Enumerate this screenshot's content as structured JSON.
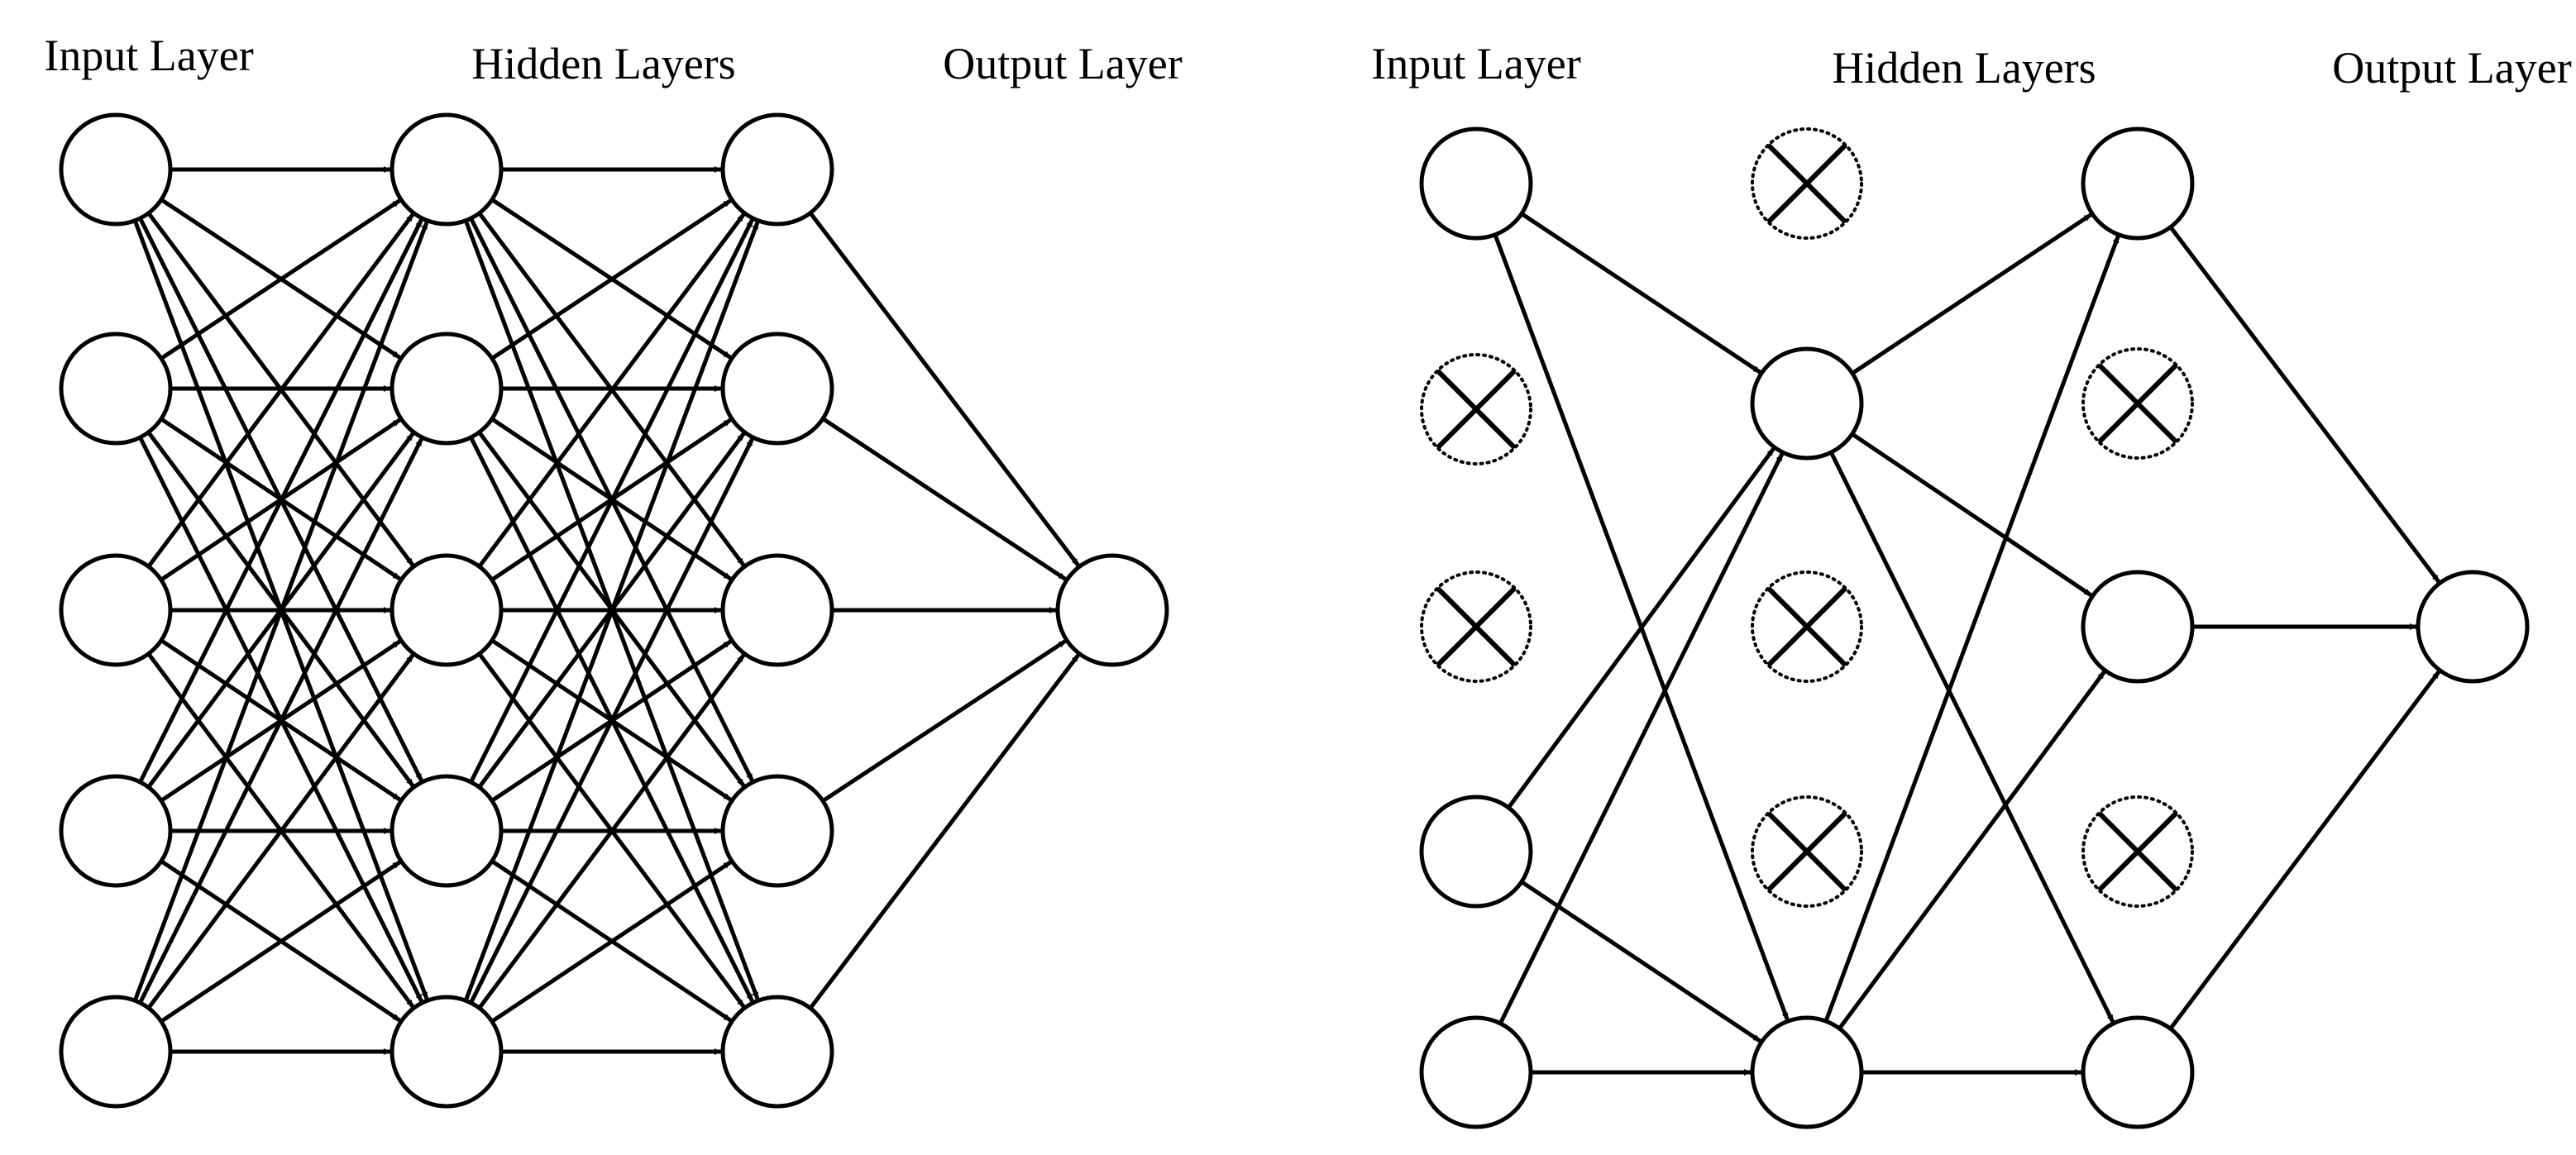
{
  "panels": [
    {
      "id": "standard",
      "labels": {
        "input": "Input Layer",
        "hidden": "Hidden Layers",
        "output": "Output Layer"
      },
      "layers": [
        {
          "id": "in",
          "role": "input",
          "nodes": 5
        },
        {
          "id": "h1",
          "role": "hidden",
          "nodes": 5
        },
        {
          "id": "h2",
          "role": "hidden",
          "nodes": 5
        },
        {
          "id": "out",
          "role": "output",
          "nodes": 1
        }
      ],
      "dropped_nodes": [],
      "connections": "fully-connected"
    },
    {
      "id": "dropout",
      "labels": {
        "input": "Input Layer",
        "hidden": "Hidden Layers",
        "output": "Output Layer"
      },
      "layers": [
        {
          "id": "in",
          "role": "input",
          "nodes": 5
        },
        {
          "id": "h1",
          "role": "hidden",
          "nodes": 5
        },
        {
          "id": "h2",
          "role": "hidden",
          "nodes": 5
        },
        {
          "id": "out",
          "role": "output",
          "nodes": 1
        }
      ],
      "dropped_nodes": [
        {
          "layer": 0,
          "index": 1
        },
        {
          "layer": 0,
          "index": 2
        },
        {
          "layer": 1,
          "index": 0
        },
        {
          "layer": 1,
          "index": 2
        },
        {
          "layer": 1,
          "index": 3
        },
        {
          "layer": 2,
          "index": 1
        },
        {
          "layer": 2,
          "index": 3
        }
      ],
      "connections": [
        {
          "from": [
            0,
            0
          ],
          "to": [
            1,
            1
          ]
        },
        {
          "from": [
            0,
            0
          ],
          "to": [
            1,
            4
          ]
        },
        {
          "from": [
            0,
            3
          ],
          "to": [
            1,
            1
          ]
        },
        {
          "from": [
            0,
            3
          ],
          "to": [
            1,
            4
          ]
        },
        {
          "from": [
            0,
            4
          ],
          "to": [
            1,
            1
          ]
        },
        {
          "from": [
            0,
            4
          ],
          "to": [
            1,
            4
          ]
        },
        {
          "from": [
            1,
            1
          ],
          "to": [
            2,
            0
          ]
        },
        {
          "from": [
            1,
            1
          ],
          "to": [
            2,
            2
          ]
        },
        {
          "from": [
            1,
            1
          ],
          "to": [
            2,
            4
          ]
        },
        {
          "from": [
            1,
            4
          ],
          "to": [
            2,
            0
          ]
        },
        {
          "from": [
            1,
            4
          ],
          "to": [
            2,
            2
          ]
        },
        {
          "from": [
            1,
            4
          ],
          "to": [
            2,
            4
          ]
        },
        {
          "from": [
            2,
            0
          ],
          "to": [
            3,
            0
          ]
        },
        {
          "from": [
            2,
            2
          ],
          "to": [
            3,
            0
          ]
        },
        {
          "from": [
            2,
            4
          ],
          "to": [
            3,
            0
          ]
        }
      ]
    }
  ],
  "colors": {
    "stroke": "#000000",
    "node_fill": "#ffffff",
    "background": "#ffffff"
  },
  "icons": {
    "dropped_node": "circled-x-dotted-icon",
    "arrowhead": "filled-triangle-arrowhead"
  }
}
